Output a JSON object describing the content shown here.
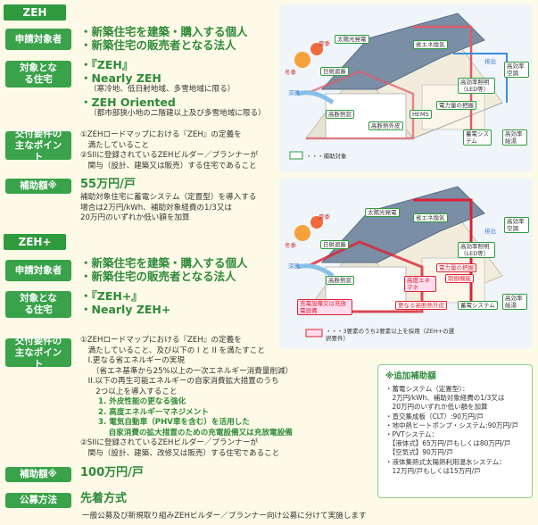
{
  "zeh": {
    "tag": "ZEH",
    "rows": {
      "applicant_label": "申請対象者",
      "applicant_lines": [
        "・新築住宅を建築・購入する個人",
        "・新築住宅の販売者となる法人"
      ],
      "target_label": "対象となる住宅",
      "target_items": [
        {
          "title": "・『ZEH』",
          "note": ""
        },
        {
          "title": "・Nearly ZEH",
          "note": "（寒冷地、低日射地域、多雪地域に限る）"
        },
        {
          "title": "・ZEH Oriented",
          "note": "（都市部狭小地の二階建以上及び多雪地域に限る）"
        }
      ],
      "req_label": "交付要件の主なポイント",
      "req_lines": [
        "①ZEHロードマップにおける『ZEH』の定義を",
        "　満たしていること",
        "②SIIに登録されているZEHビルダー／プランナーが",
        "　関与（設計、建築又は販売）する住宅であること"
      ],
      "subsidy_label": "補助額※",
      "subsidy_amount": "55万円/戸",
      "subsidy_notes": [
        "補助対象住宅に蓄電システム（定置型）を導入する",
        "場合は2万円/kWh、補助対象経費の1/3又は",
        "20万円のいずれか低い額を加算"
      ]
    }
  },
  "zeh_plus": {
    "tag": "ZEH+",
    "rows": {
      "applicant_label": "申請対象者",
      "applicant_lines": [
        "・新築住宅を建築・購入する個人",
        "・新築住宅の販売者となる法人"
      ],
      "target_label": "対象となる住宅",
      "target_items": [
        "・『ZEH+』",
        "・Nearly ZEH+"
      ],
      "req_label": "交付要件の主なポイント",
      "req_lines": [
        "①ZEHロードマップにおける『ZEH』の定義を",
        "　満たしていること、及び以下の I と II を満たすこと",
        "　I.更なる省エネルギーの実現",
        "　　（省エネ基準から25%以上の一次エネルギー消費量削減）",
        "　II.以下の再生可能エネルギーの自家消費拡大措置のうち",
        "　　2つ以上を導入すること"
      ],
      "req_green": [
        "1. 外皮性能の更なる強化",
        "2. 高度エネルギーマネジメント",
        "3. 電気自動車（PHV車を含む）を活用した",
        "　 自家消費の拡大措置のための充電設備又は充放電設備"
      ],
      "req_tail": [
        "②SIIに登録されているZEHビルダー／プランナーが",
        "　関与（設計、建築、改修又は販売）する住宅であること"
      ],
      "subsidy_label": "補助額※",
      "subsidy_amount": "100万円/戸",
      "method_label": "公募方法",
      "method_value": "先着方式",
      "footer": "一般公募及び新規取り組みZEHビルダー／プランナー向け公募に分けて実施します"
    }
  },
  "diagram1": {
    "labels": {
      "solar": "太陽光発電",
      "summer": "夏季",
      "winter": "冬季",
      "shade": "日射遮蔽",
      "cool": "涼風",
      "ventilation": "省エネ換気",
      "exhaust": "排出",
      "ac": "高効率空調",
      "lighting": "高効率照明（LED等）",
      "visible": "電力量の把握",
      "insulation": "高断熱窓",
      "hems": "HEMS",
      "outer_wall": "高断熱外皮",
      "storage": "蓄電システム",
      "water_heater": "高効率給湯",
      "legend": "・・・補助対象"
    }
  },
  "diagram2": {
    "labels": {
      "solar": "太陽光発電",
      "summer": "夏季",
      "winter": "冬季",
      "shade": "日射遮蔽",
      "cool": "涼風",
      "ventilation": "省エネ換気",
      "exhaust": "排出",
      "ac": "高効率空調",
      "lighting": "高効率照明（LED等）",
      "visible": "電力量の把握",
      "insulation": "高断熱窓",
      "energy_mgmt": "高度エネマネ",
      "control": "制御機能",
      "outer_wall": "更なる高断熱外皮",
      "charger": "充電設備又は充放電設備",
      "storage": "蓄電システム",
      "water_heater": "高効率給湯",
      "legend": "・・・3要素のうち2要素以上を採用（ZEH+の選択要件）"
    }
  },
  "additional": {
    "title": "※追加補助額",
    "lines": [
      "・蓄電システム（定置型）：",
      "　2万円/kWh、補助対象経費の1/3又は",
      "　20万円のいずれか低い額を加算",
      "・直交集成板（CLT）:90万円/戸",
      "・地中熱ヒートポンプ・システム:90万円/戸",
      "・PVTシステム：",
      "　【液体式】65万円/戸もしくは80万円/戸",
      "　【空気式】90万円/戸",
      "・液体集熱式太陽熱利用温水システム：",
      "　12万円/戸もしくは15万円/戸"
    ]
  }
}
